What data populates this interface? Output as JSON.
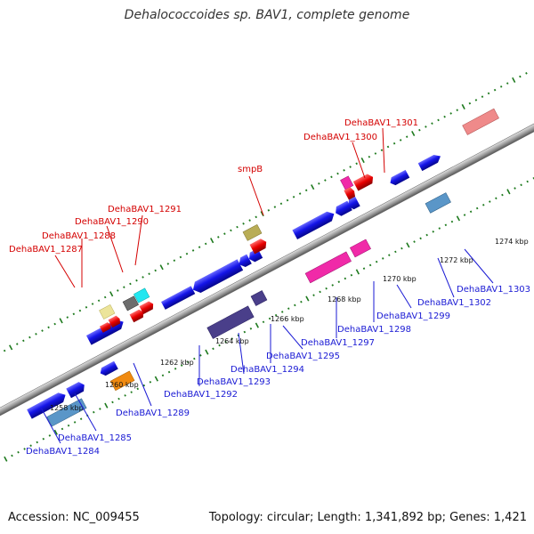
{
  "header": {
    "title": "Dehalococcoides sp. BAV1, complete genome"
  },
  "footer": {
    "accession": "Accession: NC_009455",
    "summary": "Topology: circular; Length: 1,341,892 bp; Genes: 1,421"
  },
  "map": {
    "ticks": [
      "1258 kbp",
      "1260 kbp",
      "1262 kbp",
      "1264 kbp",
      "1266 kbp",
      "1268 kbp",
      "1270 kbp",
      "1272 kbp",
      "1274 kbp"
    ],
    "labels_top": [
      {
        "text": "DehaBAV1_1287"
      },
      {
        "text": "DehaBAV1_1288"
      },
      {
        "text": "DehaBAV1_1290"
      },
      {
        "text": "DehaBAV1_1291"
      },
      {
        "text": "smpB"
      },
      {
        "text": "DehaBAV1_1300"
      },
      {
        "text": "DehaBAV1_1301"
      }
    ],
    "labels_bottom": [
      {
        "text": "DehaBAV1_1284"
      },
      {
        "text": "DehaBAV1_1285"
      },
      {
        "text": "DehaBAV1_1289"
      },
      {
        "text": "DehaBAV1_1292"
      },
      {
        "text": "DehaBAV1_1293"
      },
      {
        "text": "DehaBAV1_1294"
      },
      {
        "text": "DehaBAV1_1295"
      },
      {
        "text": "DehaBAV1_1297"
      },
      {
        "text": "DehaBAV1_1298"
      },
      {
        "text": "DehaBAV1_1299"
      },
      {
        "text": "DehaBAV1_1302"
      },
      {
        "text": "DehaBAV1_1303"
      }
    ],
    "colors": {
      "red_label": "#d40000",
      "blue_label": "#1a1ad4",
      "cds_blue": "#1010e0",
      "rna_red": "#e00000",
      "backbone": "#888888",
      "tick_green": "#1e7a1e"
    }
  }
}
